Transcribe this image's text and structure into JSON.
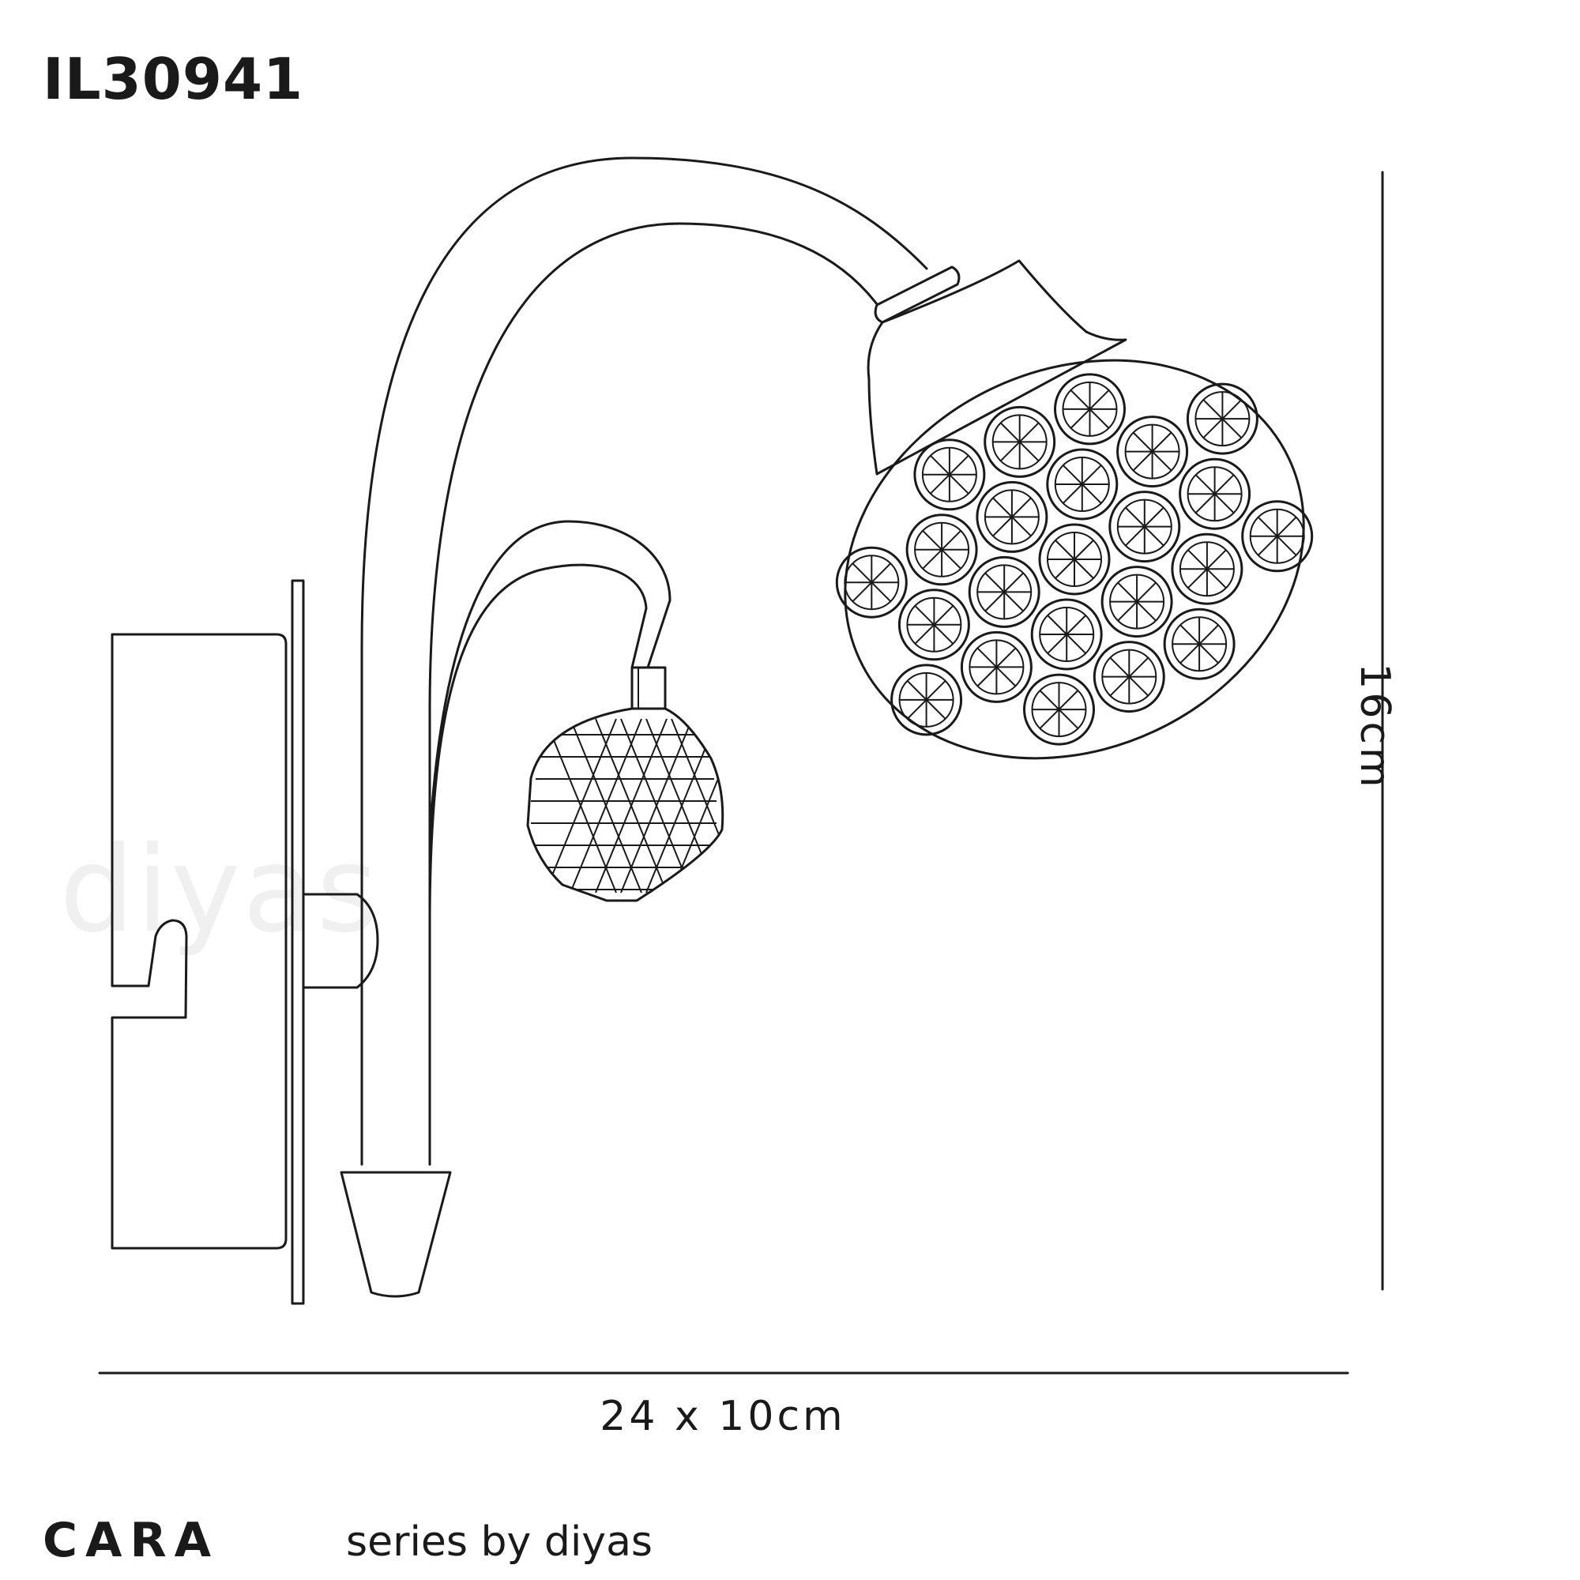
{
  "product_code": "IL30941",
  "dimensions": {
    "width_label": "24 x 10cm",
    "height_label": "16cm"
  },
  "footer": {
    "series_name": "CARA",
    "series_by": "series by diyas"
  },
  "watermark": "diyas"
}
